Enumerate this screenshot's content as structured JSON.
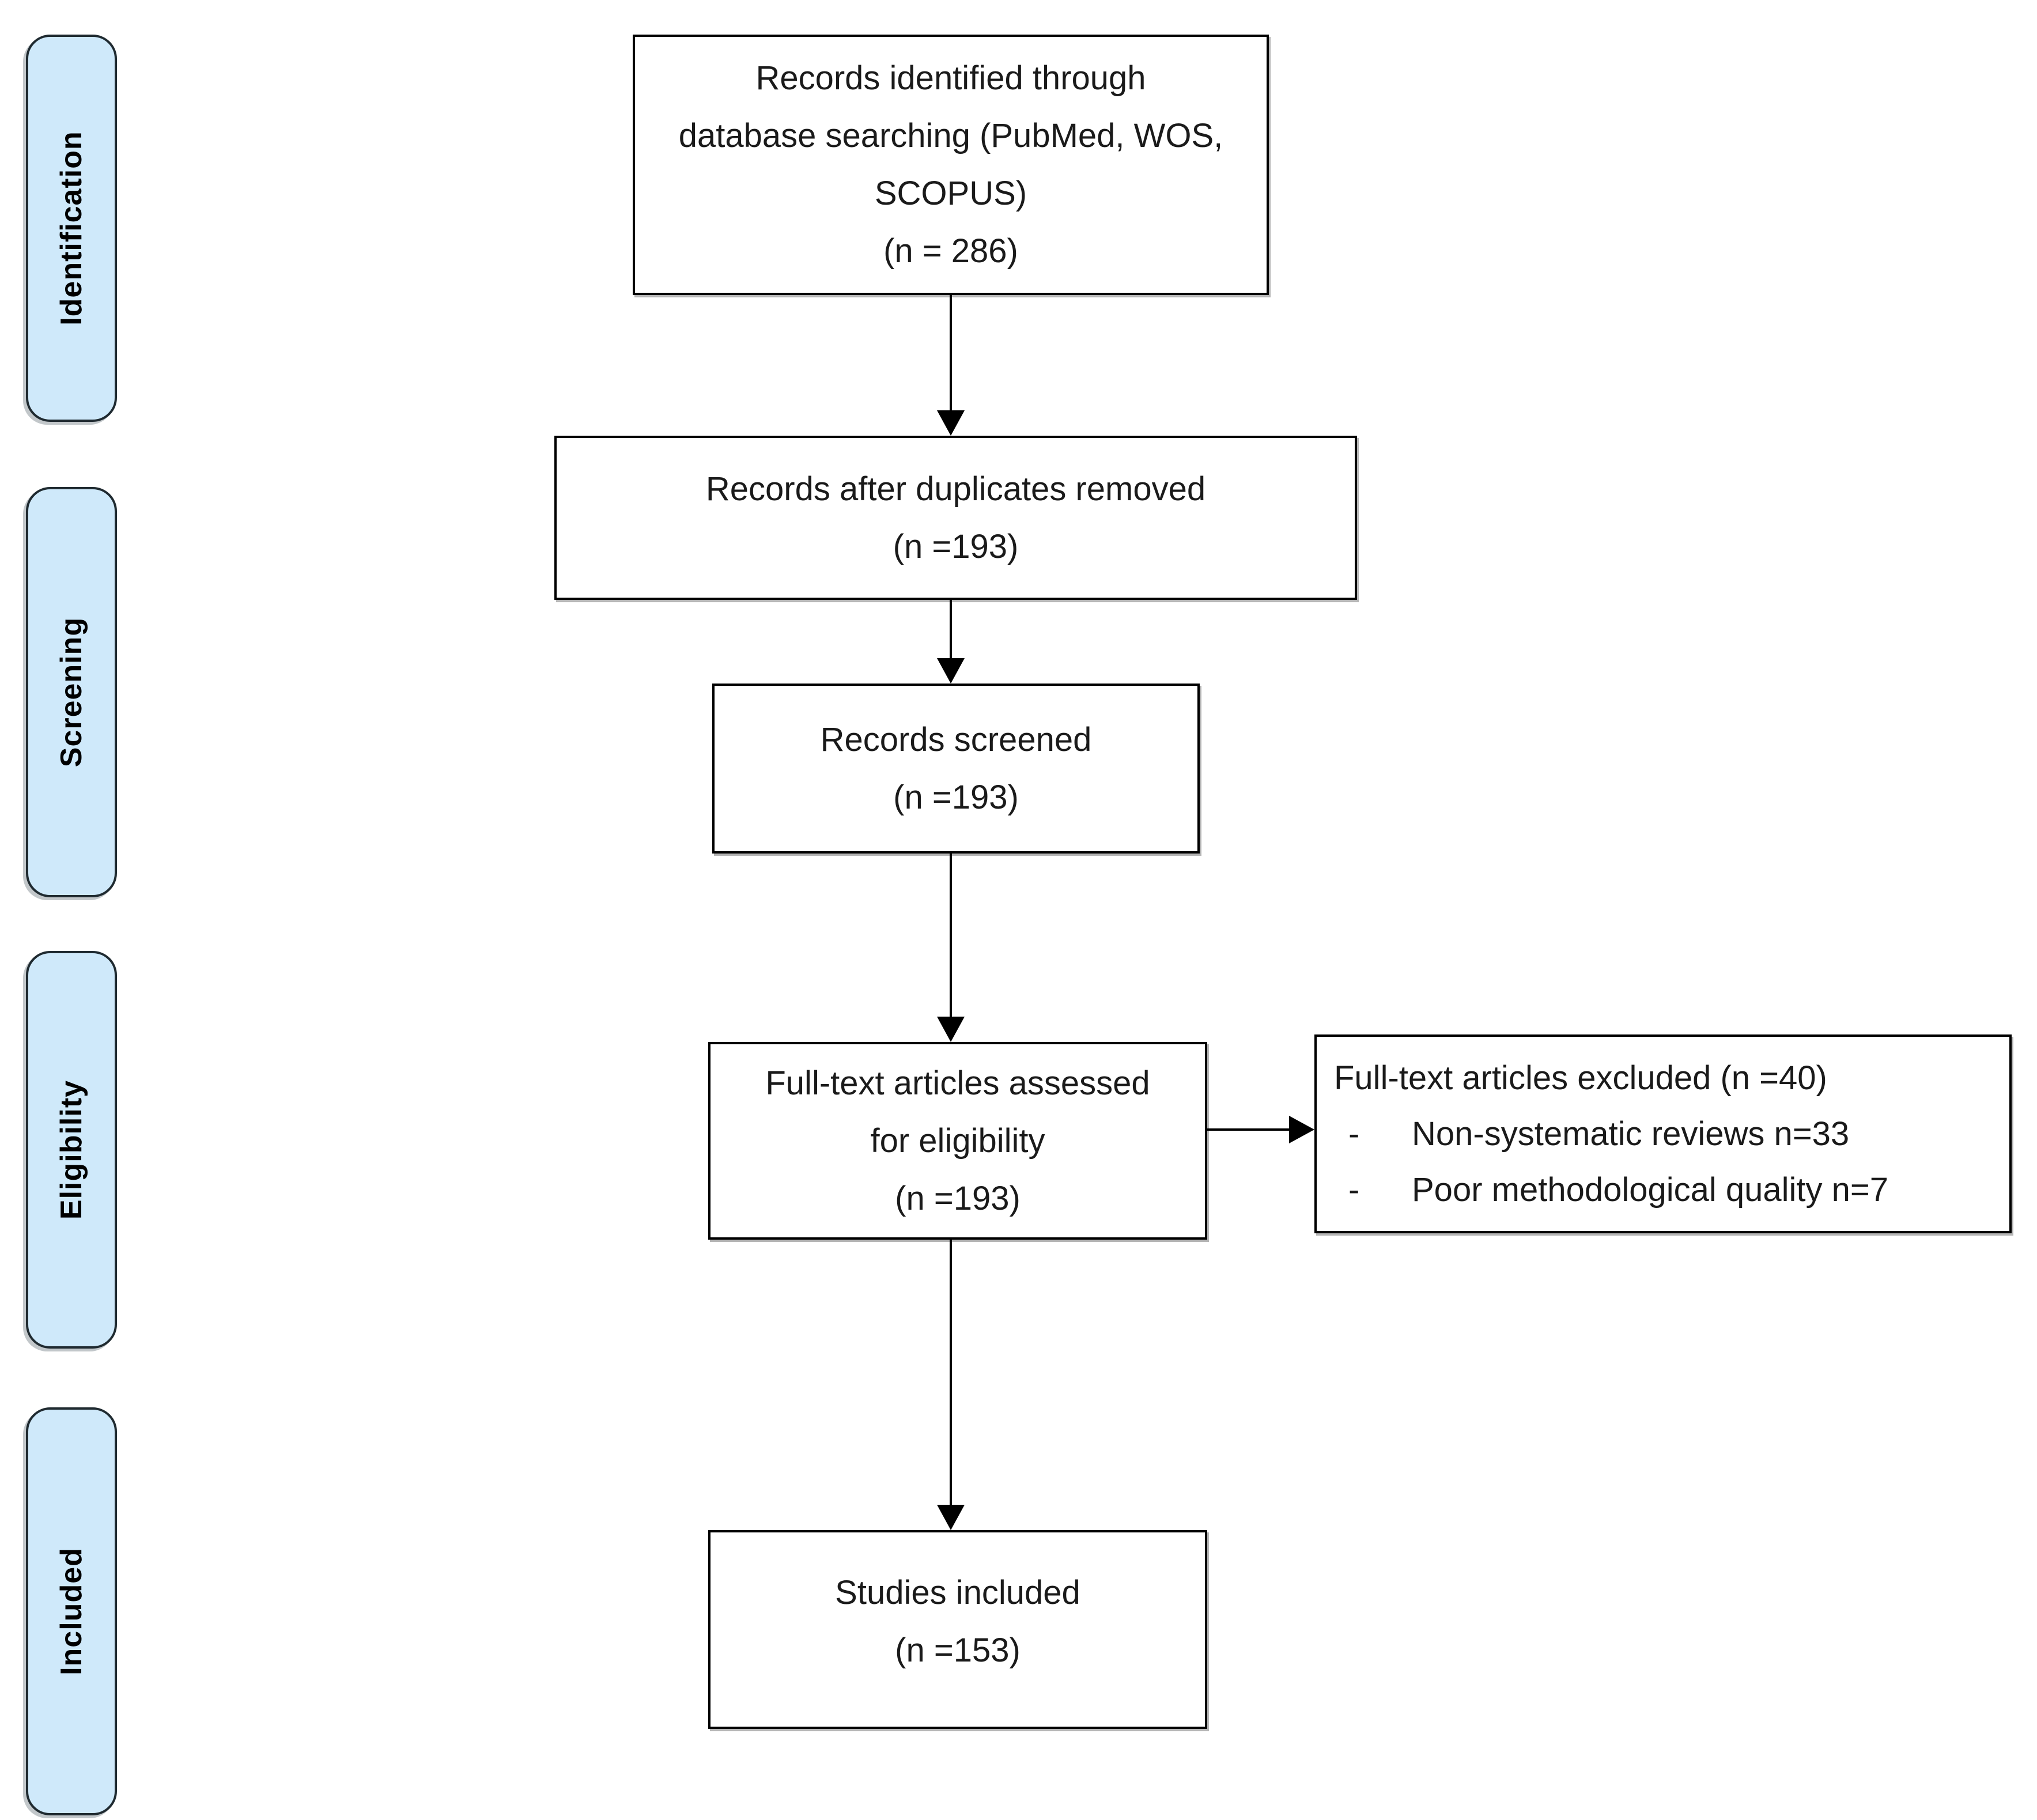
{
  "stages": [
    {
      "label": "Identification"
    },
    {
      "label": "Screening"
    },
    {
      "label": "Eligibility"
    },
    {
      "label": "Included"
    }
  ],
  "flow": {
    "identified_box": {
      "lines": [
        "Records identified through",
        "database searching (PubMed, WOS,",
        "SCOPUS)",
        "(n = 286)"
      ]
    },
    "duplicates_box": {
      "lines": [
        "Records after duplicates removed",
        "(n =193)"
      ]
    },
    "screened_box": {
      "lines": [
        "Records screened",
        "(n =193)"
      ]
    },
    "fulltext_box": {
      "lines": [
        "Full-text articles assessed",
        "for eligibility",
        "(n =193)"
      ]
    },
    "excluded_box": {
      "title": "Full-text articles excluded (n =40)",
      "bullets": [
        {
          "marker": "-",
          "text": "Non-systematic reviews n=33"
        },
        {
          "marker": "-",
          "text": "Poor methodological quality n=7"
        }
      ]
    },
    "included_box": {
      "lines": [
        "Studies included",
        "(n =153)"
      ]
    }
  },
  "colors": {
    "stage_fill": "#cfe9fa",
    "stage_border": "#1f2a30",
    "box_border": "#000000",
    "arrow": "#000000"
  }
}
